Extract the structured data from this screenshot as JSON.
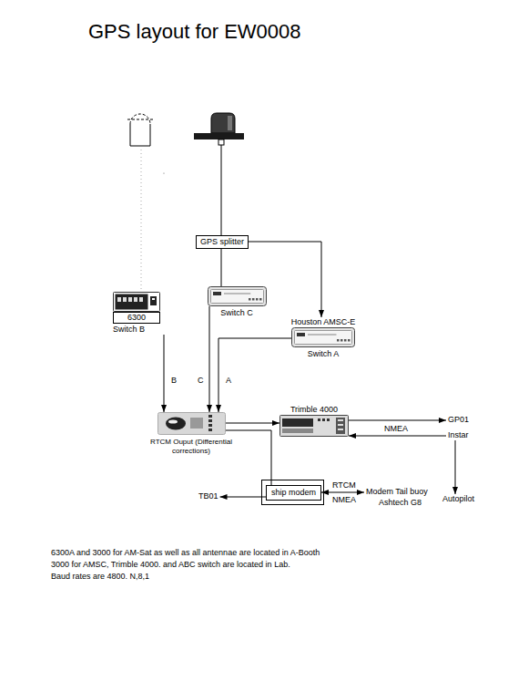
{
  "diagram": {
    "title": "GPS layout for EW0008",
    "nodes": [
      {
        "text": [
          "GPS splitter"
        ]
      },
      {
        "text": [
          "6300",
          "Switch B"
        ]
      },
      {
        "text": [
          "Switch C"
        ]
      },
      {
        "text": [
          "Houston AMSC-E",
          "Switch A"
        ]
      },
      {
        "text": [
          "RTCM Ouput (Differential corrections)"
        ]
      },
      {
        "text": [
          "Trimble 4000"
        ]
      },
      {
        "text": [
          "GP01"
        ]
      },
      {
        "text": [
          "Instar"
        ]
      },
      {
        "text": [
          "Autopilot"
        ]
      },
      {
        "text": [
          "ship modem"
        ]
      },
      {
        "text": [
          "TB01"
        ]
      },
      {
        "text": [
          "Modem Tail buoy",
          "Ashtech G8"
        ]
      }
    ],
    "edges": [
      {
        "from": 0,
        "to": 2,
        "arrow": "none"
      },
      {
        "from": 0,
        "to": 3,
        "arrow": "to"
      },
      {
        "from": 1,
        "to": 4,
        "label": "B",
        "arrow": "to"
      },
      {
        "from": 2,
        "to": 4,
        "label": "C",
        "arrow": "to"
      },
      {
        "from": 3,
        "to": 4,
        "label": "A",
        "arrow": "to"
      },
      {
        "from": 4,
        "to": 5,
        "arrow": "to"
      },
      {
        "from": 5,
        "to": 6,
        "arrow": "to"
      },
      {
        "from": 7,
        "to": 5,
        "label": "NMEA",
        "arrow": "to"
      },
      {
        "from": 7,
        "to": 8,
        "arrow": "to"
      },
      {
        "from": 4,
        "to": 9,
        "arrow": "none"
      },
      {
        "from": 9,
        "to": 10,
        "arrow": "to"
      },
      {
        "from": 9,
        "to": 11,
        "label": "RTCM",
        "arrow": "both"
      }
    ],
    "labels": [
      "NMEA",
      "6300A and 3000 for AM-Sat as well as all antennae are located in A-Booth",
      "3000 for AMSC, Trimble 4000. and ABC switch are located in Lab.",
      "Baud rates are 4800. N,8,1"
    ]
  }
}
